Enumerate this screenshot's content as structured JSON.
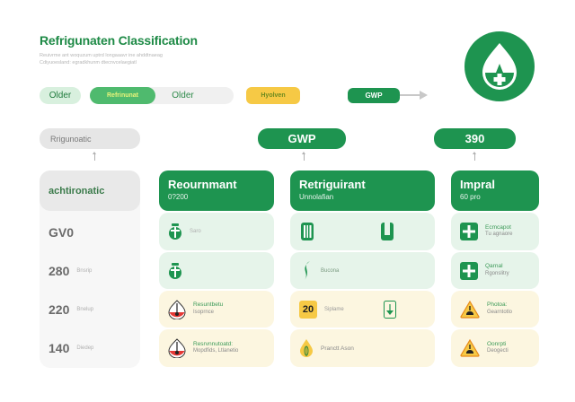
{
  "header": {
    "title": "Refrigunaten Classification",
    "subtitle_line1": "Reuivrme ant woquzum uptrd longaaavr ine ahddtnaeag",
    "subtitle_line2": "Cdiyuoesland: egradkhunm dtecnvcelaegiatl"
  },
  "filters": {
    "chip_older": "Older",
    "toggle_active": "Refrinunat",
    "toggle_inactive": "Older",
    "chip_yellow": "Hyolven",
    "chip_gwp": "GWP"
  },
  "colors": {
    "brand_green": "#1e9450",
    "light_green": "#e6f4ea",
    "cream": "#fcf6e0",
    "yellow": "#f6c945",
    "grey": "#f3f3f3"
  },
  "top_labels": {
    "left": "Rrigunoatic",
    "gwp": "GWP",
    "value": "390"
  },
  "columns": [
    {
      "title": "achtironatic",
      "subtitle": ""
    },
    {
      "title": "Reournmant",
      "subtitle": "0?200"
    },
    {
      "title": "Retriguirant",
      "subtitle": "Unnolafian"
    },
    {
      "title": "Impral",
      "subtitle": "60 pro"
    }
  ],
  "rows": [
    {
      "label": "GV0",
      "label_sub": "",
      "c1": {
        "icon": "valve-icon",
        "text": "Saro"
      },
      "c2": {
        "icon_a": "cylinder-icon",
        "icon_b": "u-tube-icon",
        "text": ""
      },
      "c3": {
        "icon": "plus-icon",
        "line1": "Ecmcapot",
        "line2": "Tu agnaore"
      }
    },
    {
      "label": "280",
      "label_sub": "Bnsrip",
      "c1": {
        "icon": "valve-icon",
        "text": ""
      },
      "c2": {
        "icon": "s-curve-icon",
        "text": "Bucona"
      },
      "c3": {
        "icon": "plus-icon",
        "line1": "Qarnal",
        "line2": "Rgonslitry"
      }
    },
    {
      "label": "220",
      "label_sub": "Bnelup",
      "c1": {
        "icon": "gauge-drop-icon",
        "line1": "Resuntbetu",
        "line2": "Isoprnce"
      },
      "c2": {
        "icon_a": "temp-20-icon",
        "icon_a_text": "20",
        "icon_b": "down-arrow-box-icon",
        "text": "Siplame"
      },
      "c3": {
        "icon": "warning-icon",
        "line1": "Photoa:",
        "line2": "Gearntotlo"
      }
    },
    {
      "label": "140",
      "label_sub": "Diedep",
      "c1": {
        "icon": "gauge-drop-icon",
        "line1": "Resrvnnutoatd:",
        "line2": "Mopdfids, Ltlanetio"
      },
      "c2": {
        "icon": "leaf-drop-icon",
        "text": "Pranctt Ason"
      },
      "c3": {
        "icon": "warning-icon",
        "line1": "Oonrpti",
        "line2": "Deogecti"
      }
    }
  ]
}
